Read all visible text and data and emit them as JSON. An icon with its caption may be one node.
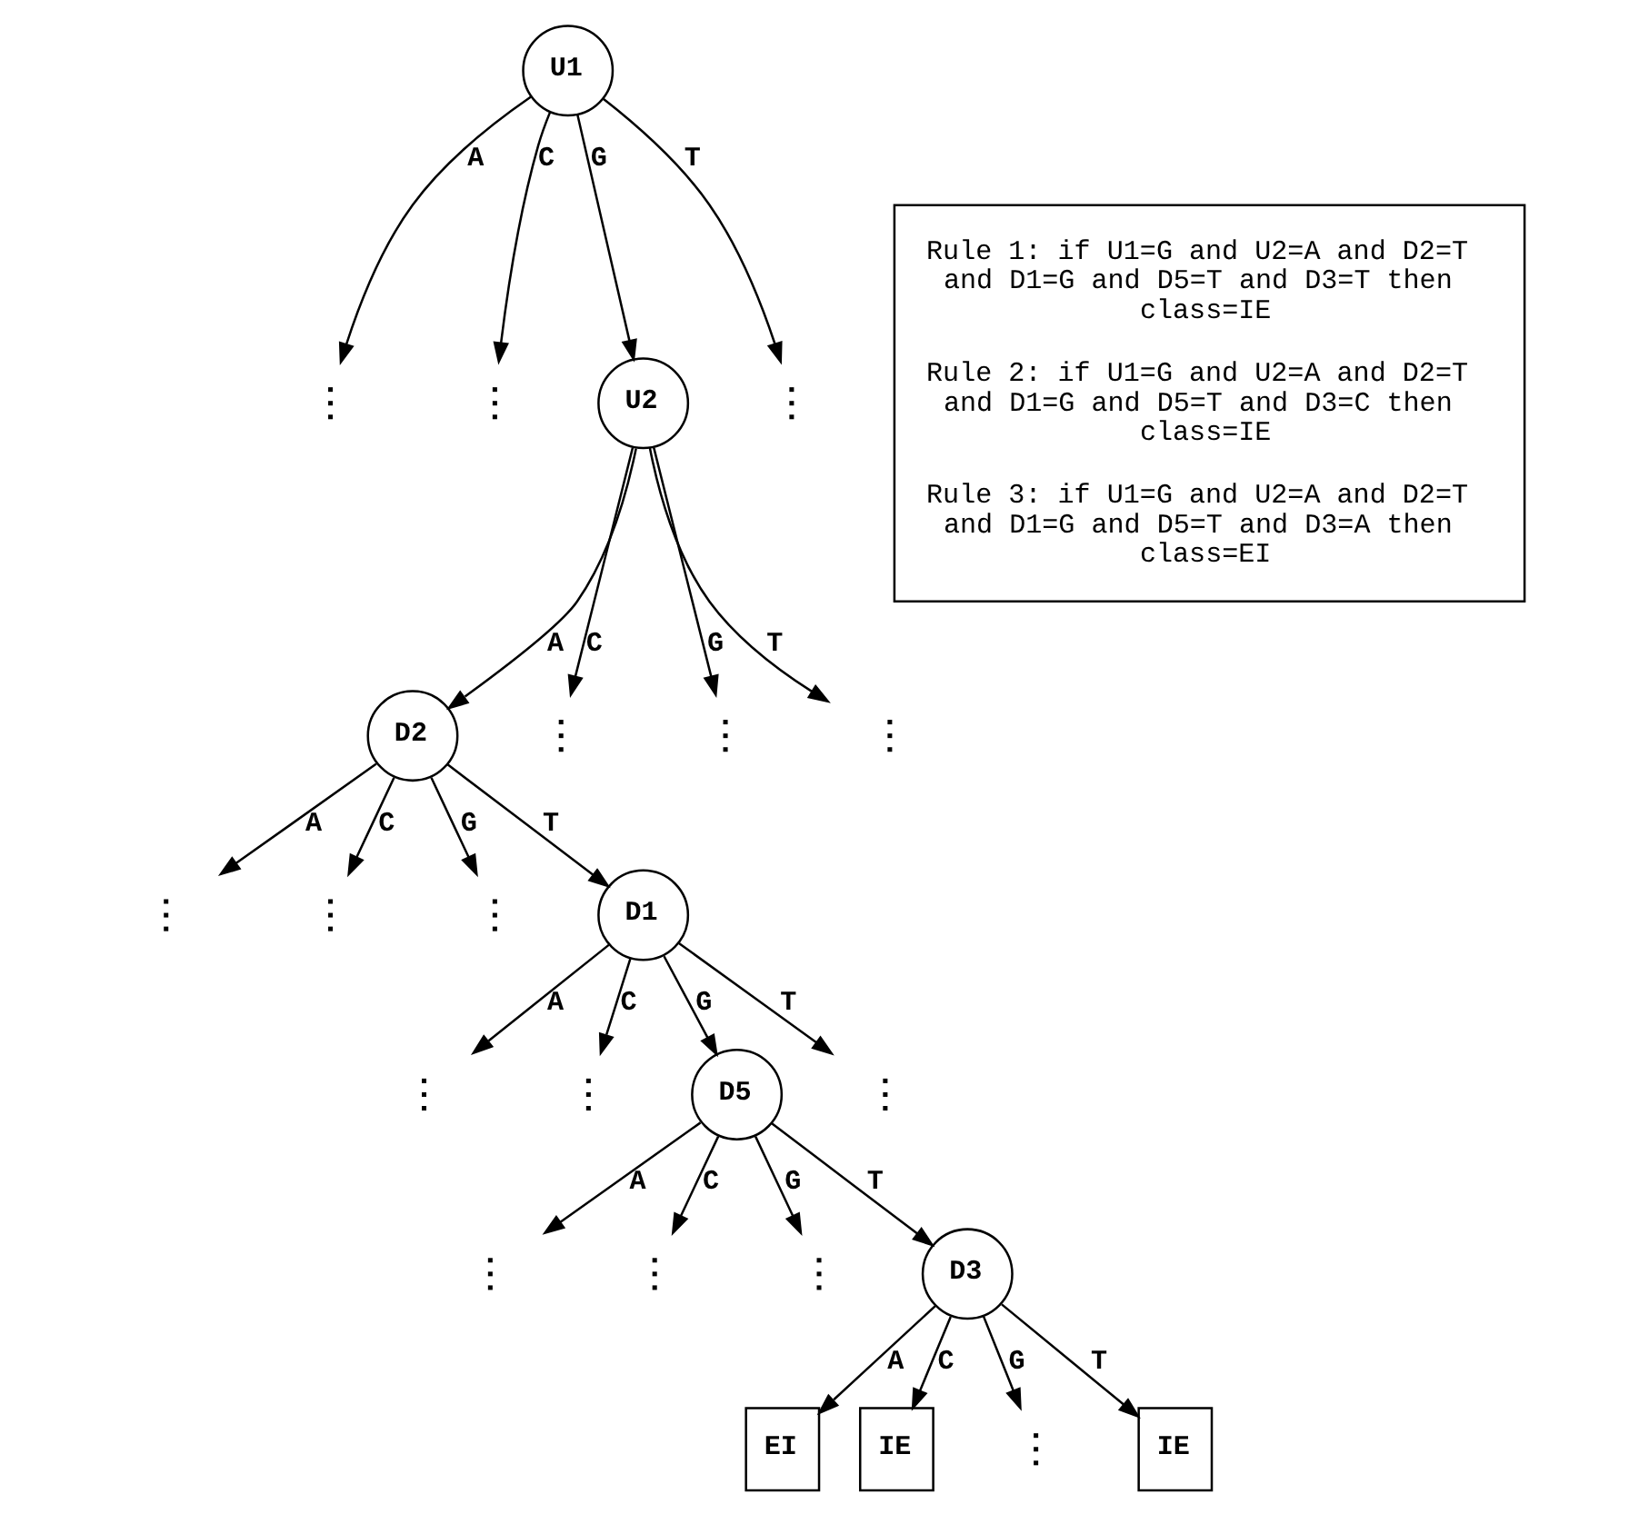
{
  "diagram": {
    "nodes": [
      {
        "text": [
          "U1"
        ]
      },
      {
        "text": [],
        "shape": "dots"
      },
      {
        "text": [],
        "shape": "dots"
      },
      {
        "text": [
          "U2"
        ]
      },
      {
        "text": [],
        "shape": "dots"
      },
      {
        "text": [
          "D2"
        ]
      },
      {
        "text": [],
        "shape": "dots"
      },
      {
        "text": [],
        "shape": "dots"
      },
      {
        "text": [],
        "shape": "dots"
      },
      {
        "text": [],
        "shape": "dots"
      },
      {
        "text": [],
        "shape": "dots"
      },
      {
        "text": [],
        "shape": "dots"
      },
      {
        "text": [
          "D1"
        ]
      },
      {
        "text": [],
        "shape": "dots"
      },
      {
        "text": [],
        "shape": "dots"
      },
      {
        "text": [
          "D5"
        ]
      },
      {
        "text": [],
        "shape": "dots"
      },
      {
        "text": [],
        "shape": "dots"
      },
      {
        "text": [],
        "shape": "dots"
      },
      {
        "text": [],
        "shape": "dots"
      },
      {
        "text": [
          "D3"
        ]
      },
      {
        "text": [
          "EI"
        ]
      },
      {
        "text": [
          "IE"
        ]
      },
      {
        "text": [],
        "shape": "dots"
      },
      {
        "text": [
          "IE"
        ]
      },
      {
        "text": [
          "Rule 1: if U1=G and U2=A and D2=T and D1=G and D5=T and D3=T then class=IE",
          "Rule 2: if U1=G and U2=A and D2=T and D1=G and D5=T and D3=C then class=IE",
          "Rule 3: if U1=G and U2=A and D2=T and D1=G and D5=T and D3=A then class=EI"
        ]
      }
    ],
    "edges": [
      {
        "from": 0,
        "to": 1,
        "arrow": "to",
        "label": "A"
      },
      {
        "from": 0,
        "to": 2,
        "arrow": "to",
        "label": "C"
      },
      {
        "from": 0,
        "to": 3,
        "arrow": "to",
        "label": "G"
      },
      {
        "from": 0,
        "to": 4,
        "arrow": "to",
        "label": "T"
      },
      {
        "from": 3,
        "to": 5,
        "arrow": "to",
        "label": "A"
      },
      {
        "from": 3,
        "to": 6,
        "arrow": "to",
        "label": "C"
      },
      {
        "from": 3,
        "to": 7,
        "arrow": "to",
        "label": "G"
      },
      {
        "from": 3,
        "to": 8,
        "arrow": "to",
        "label": "T"
      },
      {
        "from": 5,
        "to": 9,
        "arrow": "to",
        "label": "A"
      },
      {
        "from": 5,
        "to": 10,
        "arrow": "to",
        "label": "C"
      },
      {
        "from": 5,
        "to": 11,
        "arrow": "to",
        "label": "G"
      },
      {
        "from": 5,
        "to": 12,
        "arrow": "to",
        "label": "T"
      },
      {
        "from": 12,
        "to": 13,
        "arrow": "to",
        "label": "A"
      },
      {
        "from": 12,
        "to": 14,
        "arrow": "to",
        "label": "C"
      },
      {
        "from": 12,
        "to": 15,
        "arrow": "to",
        "label": "G"
      },
      {
        "from": 12,
        "to": 16,
        "arrow": "to",
        "label": "T"
      },
      {
        "from": 15,
        "to": 17,
        "arrow": "to",
        "label": "A"
      },
      {
        "from": 15,
        "to": 18,
        "arrow": "to",
        "label": "C"
      },
      {
        "from": 15,
        "to": 19,
        "arrow": "to",
        "label": "G"
      },
      {
        "from": 15,
        "to": 20,
        "arrow": "to",
        "label": "T"
      },
      {
        "from": 20,
        "to": 21,
        "arrow": "to",
        "label": "A"
      },
      {
        "from": 20,
        "to": 22,
        "arrow": "to",
        "label": "C"
      },
      {
        "from": 20,
        "to": 23,
        "arrow": "to",
        "label": "G"
      },
      {
        "from": 20,
        "to": 24,
        "arrow": "to",
        "label": "T"
      }
    ]
  }
}
